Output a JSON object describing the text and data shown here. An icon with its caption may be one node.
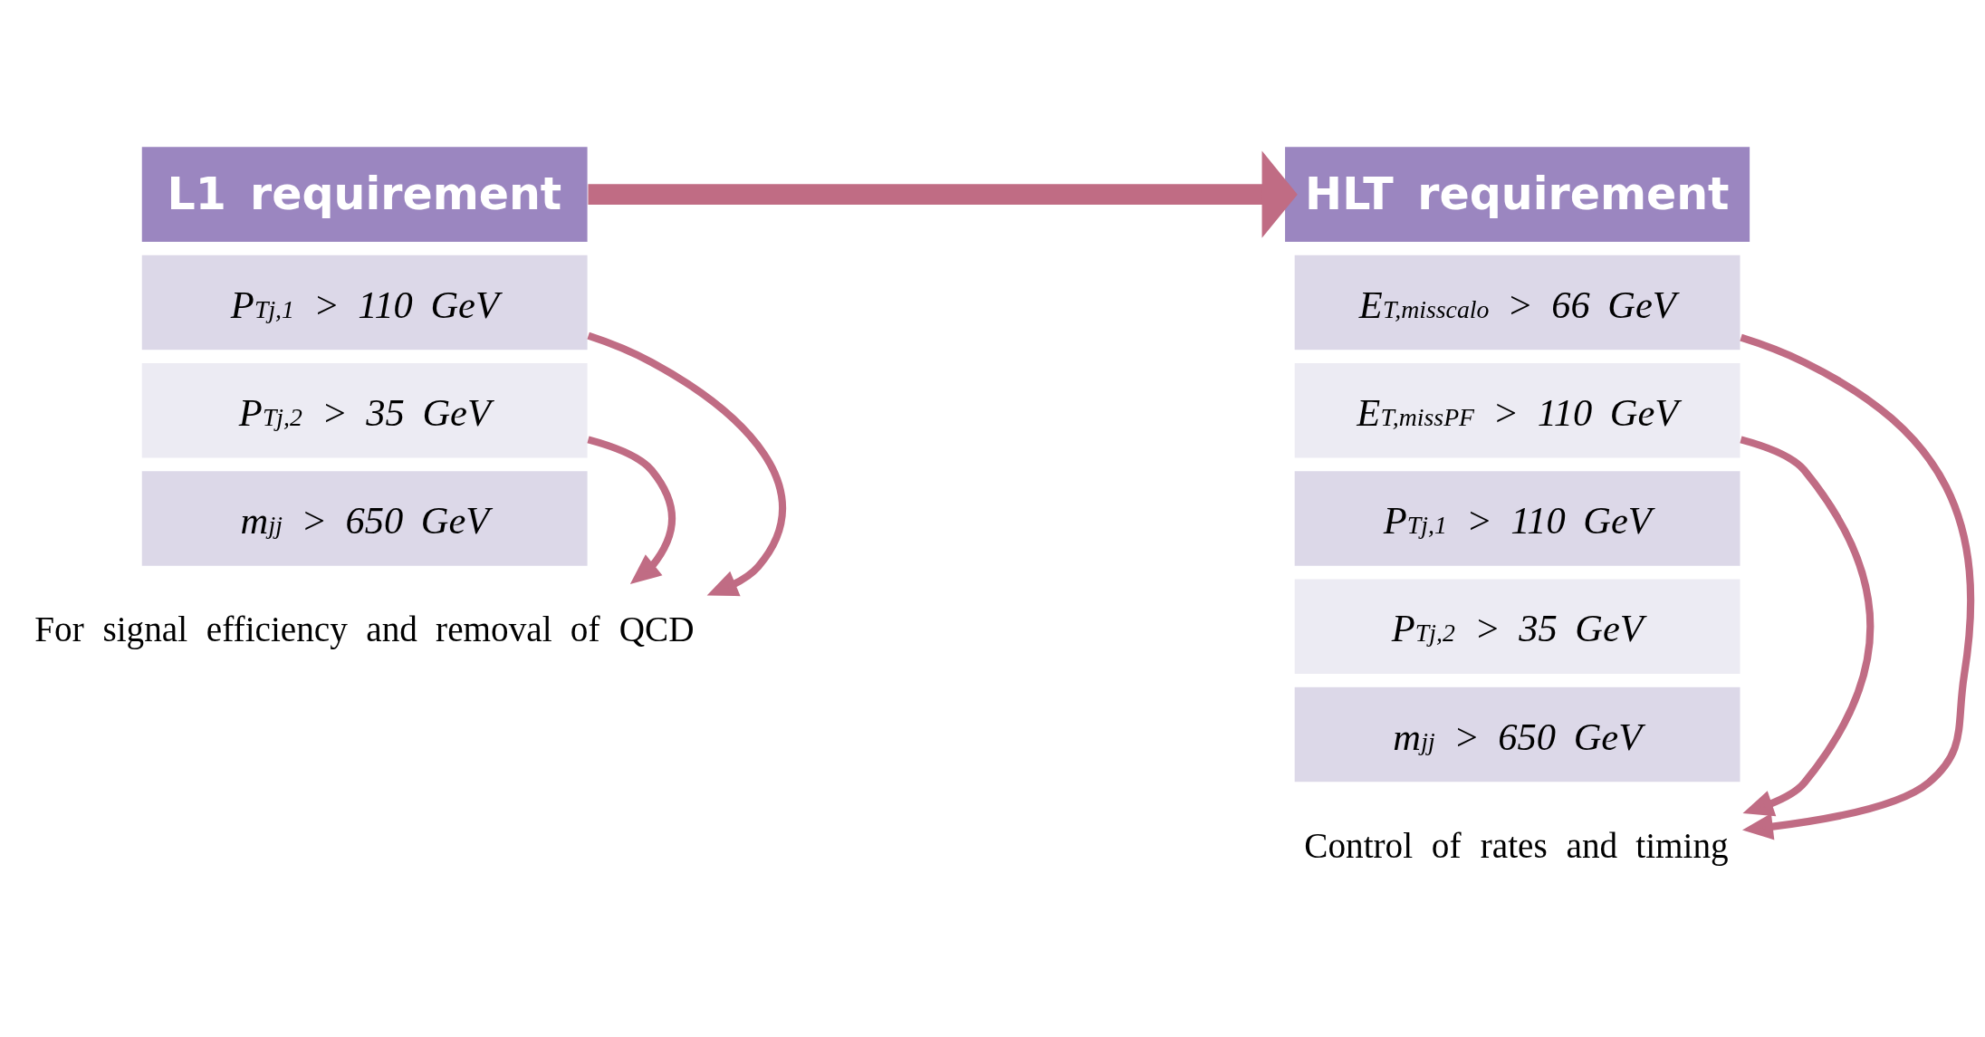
{
  "diagram": {
    "nodes": [
      {
        "text": [
          "L1 requirement"
        ]
      },
      {
        "text": [
          "P$_{Tj,1}$ > 110 GeV"
        ]
      },
      {
        "text": [
          "P$_{Tj,2}$ > 35 GeV"
        ]
      },
      {
        "text": [
          "m$_{jj}$ > 650 GeV"
        ]
      },
      {
        "text": [
          "HLT requirement"
        ]
      },
      {
        "text": [
          "E$_{T,misscalo}$ > 66 GeV"
        ]
      },
      {
        "text": [
          "E$_{T,missPF}$ > 110 GeV"
        ]
      },
      {
        "text": [
          "P$_{Tj,1}$ > 110 GeV"
        ]
      },
      {
        "text": [
          "P$_{Tj,2}$ > 35 GeV"
        ]
      },
      {
        "text": [
          "m$_{jj}$ > 650 GeV"
        ]
      },
      {
        "text": [
          "For signal efficiency and removal of QCD"
        ]
      },
      {
        "text": [
          "Control of rates and timing"
        ]
      }
    ],
    "edges": [
      {
        "from": 0,
        "to": 4,
        "arrow": "to",
        "style": "thick"
      },
      {
        "from": 1,
        "to": 10,
        "arrow": "to"
      },
      {
        "from": 2,
        "to": 10,
        "arrow": "to"
      },
      {
        "from": 5,
        "to": 11,
        "arrow": "to"
      },
      {
        "from": 6,
        "to": 11,
        "arrow": "to"
      }
    ]
  }
}
